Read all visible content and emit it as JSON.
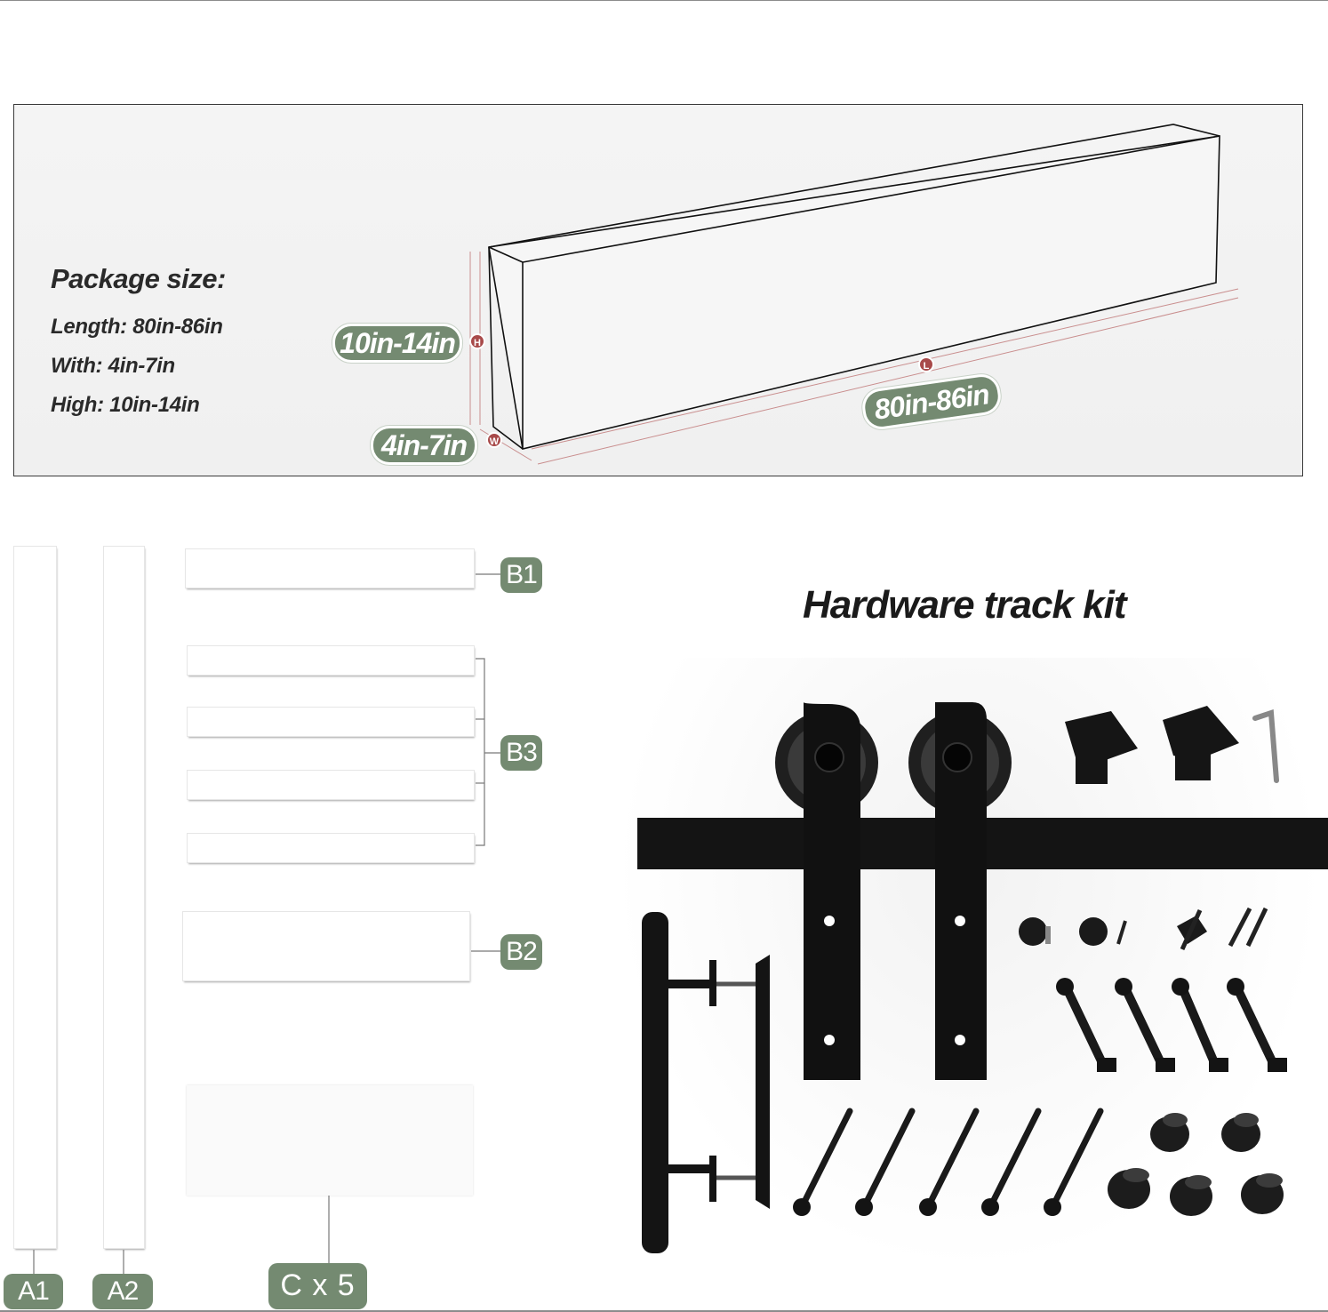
{
  "package": {
    "title": "Package size:",
    "length": "Length:  80in-86in",
    "width": "With:  4in-7in",
    "height": "High: 10in-14in",
    "dim_height": "10in-14in",
    "dim_width": "4in-7in",
    "dim_length": "80in-86in",
    "marker_h": "H",
    "marker_w": "W",
    "marker_l": "L"
  },
  "parts": {
    "a1": "A1",
    "a2": "A2",
    "b1": "B1",
    "b2": "B2",
    "b3": "B3",
    "c": "C x 5"
  },
  "hardware": {
    "title": "Hardware track kit"
  },
  "colors": {
    "pill_green": "#748a71",
    "marker_red": "#a84a4a",
    "hardware_black": "#141414"
  }
}
